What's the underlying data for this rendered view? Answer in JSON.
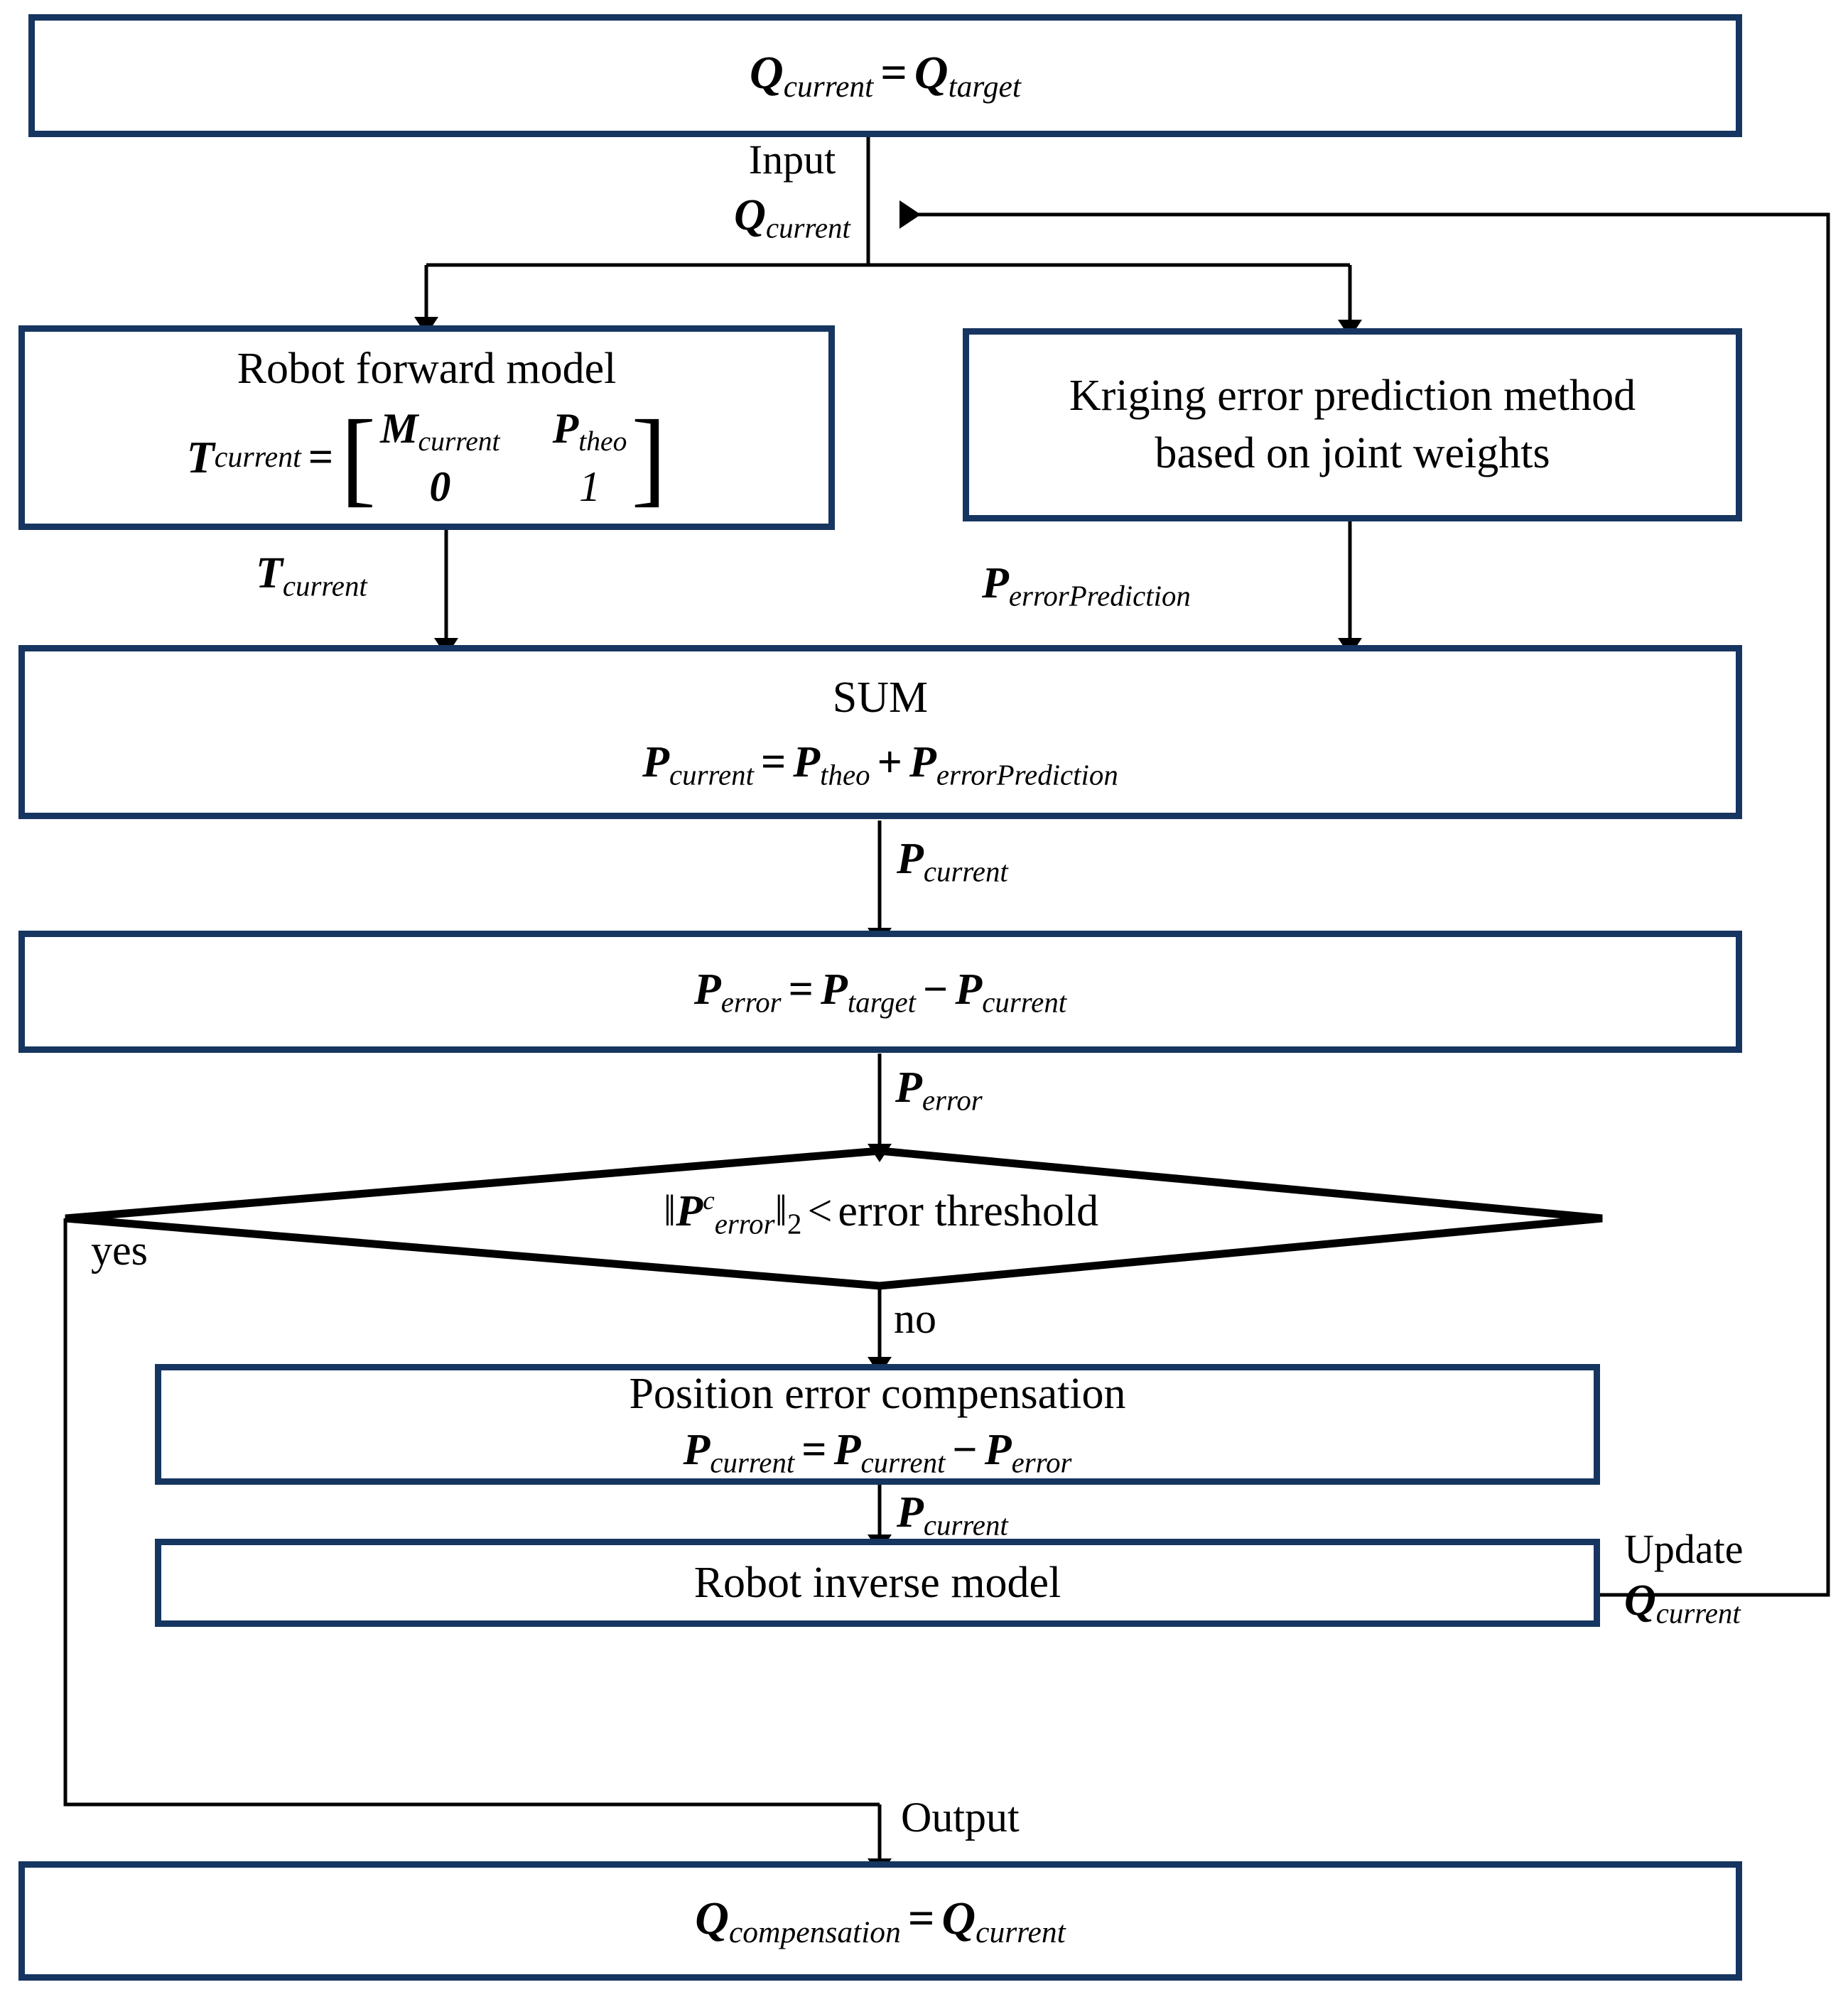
{
  "diagram": {
    "type": "flowchart",
    "title": "Robot position error compensation flowchart",
    "accent_color": "#163560",
    "line_color": "#000000",
    "background": "#ffffff"
  },
  "nodes": {
    "start": {
      "id": "start-box",
      "formula_plain": "Q_current = Q_target",
      "lhs_var": "Q",
      "lhs_sub": "current",
      "equals": "=",
      "rhs_var": "Q",
      "rhs_sub": "target"
    },
    "forward_model": {
      "id": "robot-forward-model-box",
      "title": "Robot forward model",
      "formula_plain": "T_current = [ M_current  P_theo ; 0  1 ]",
      "lhs_var": "T",
      "lhs_sub": "current",
      "equals": "=",
      "m11_var": "M",
      "m11_sub": "current",
      "m12_var": "P",
      "m12_sub": "theo",
      "m21": "0",
      "m22": "1"
    },
    "kriging": {
      "id": "kriging-box",
      "line1": "Kriging error prediction method",
      "line2": "based on joint weights"
    },
    "sum": {
      "id": "sum-box",
      "title": "SUM",
      "formula_plain": "P_current = P_theo + P_errorPrediction",
      "lhs_var": "P",
      "lhs_sub": "current",
      "equals": "=",
      "t1_var": "P",
      "t1_sub": "theo",
      "plus": "+",
      "t2_var": "P",
      "t2_sub": "errorPrediction"
    },
    "error_calc": {
      "id": "error-calc-box",
      "formula_plain": "P_error = P_target - P_current",
      "lhs_var": "P",
      "lhs_sub": "error",
      "equals": "=",
      "t1_var": "P",
      "t1_sub": "target",
      "minus": "−",
      "t2_var": "P",
      "t2_sub": "current"
    },
    "decision": {
      "id": "error-threshold-decision",
      "condition_plain": "||P^c_error||_2 < error threshold",
      "norm_open": "‖",
      "var": "P",
      "sup": "c",
      "sub": "error",
      "norm_close": "‖",
      "norm_index": "2",
      "relation": "<",
      "threshold_text": "error threshold",
      "yes_label": "yes",
      "no_label": "no"
    },
    "compensation": {
      "id": "position-error-compensation-box",
      "title": "Position error compensation",
      "formula_plain": "P_current = P_current - P_error",
      "lhs_var": "P",
      "lhs_sub": "current",
      "equals": "=",
      "t1_var": "P",
      "t1_sub": "current",
      "minus": "−",
      "t2_var": "P",
      "t2_sub": "error"
    },
    "inverse_model": {
      "id": "robot-inverse-model-box",
      "title": "Robot inverse model"
    },
    "output": {
      "id": "output-box",
      "formula_plain": "Q_compensation = Q_current",
      "lhs_var": "Q",
      "lhs_sub": "compensation",
      "equals": "=",
      "rhs_var": "Q",
      "rhs_sub": "current"
    }
  },
  "edge_labels": {
    "input": {
      "word": "Input",
      "var": "Q",
      "sub": "current"
    },
    "t_current": {
      "var": "T",
      "sub": "current"
    },
    "p_error_prediction": {
      "var": "P",
      "sub": "errorPrediction"
    },
    "p_current_to_error": {
      "var": "P",
      "sub": "current"
    },
    "p_error_to_decision": {
      "var": "P",
      "sub": "error"
    },
    "p_current_to_inverse": {
      "var": "P",
      "sub": "current"
    },
    "update": {
      "word": "Update",
      "var": "Q",
      "sub": "current"
    },
    "output": {
      "word": "Output"
    }
  }
}
